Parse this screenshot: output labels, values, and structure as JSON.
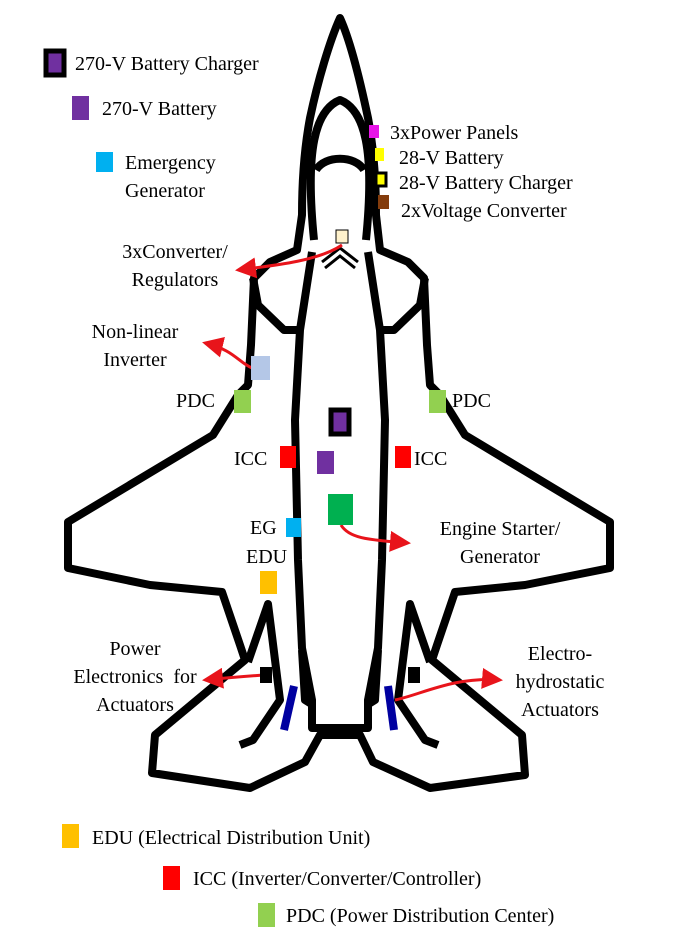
{
  "colors": {
    "outline": "#000000",
    "arrow": "#e8141b",
    "battery_charger_inner": "#7030a0",
    "battery": "#7030a0",
    "emergency_generator": "#00b0f0",
    "power_panels": "#e815e8",
    "battery_28v": "#ffff00",
    "voltage_converter": "#843c0c",
    "converter_regulator": "#fff2cc",
    "nonlinear_inverter": "#b4c7e7",
    "pdc": "#92d050",
    "icc": "#ff0000",
    "starter_generator": "#00b050",
    "edu": "#ffc000",
    "actuator": "#0000a0"
  },
  "legend_top": {
    "charger_270v": "270-V Battery Charger",
    "battery_270v": "270-V Battery",
    "emergency_generator_line1": "Emergency",
    "emergency_generator_line2": "Generator"
  },
  "legend_right": {
    "power_panels": "3xPower Panels",
    "battery_28v": "28-V Battery",
    "charger_28v": "28-V Battery Charger",
    "voltage_converter": "2xVoltage Converter"
  },
  "callouts": {
    "converter_regulators_line1": "3xConverter/",
    "converter_regulators_line2": "Regulators",
    "nonlinear_inverter_line1": "Non-linear",
    "nonlinear_inverter_line2": "Inverter",
    "pdc_left": "PDC",
    "pdc_right": "PDC",
    "icc_left": "ICC",
    "icc_right": "ICC",
    "eg": "EG",
    "edu": "EDU",
    "starter_generator_line1": "Engine Starter/",
    "starter_generator_line2": "Generator",
    "power_electronics_line1": "Power",
    "power_electronics_line2": "Electronics  for",
    "power_electronics_line3": "Actuators",
    "eha_line1": "Electro-",
    "eha_line2": "hydrostatic",
    "eha_line3": "Actuators"
  },
  "legend_bottom": {
    "edu": "EDU (Electrical Distribution Unit)",
    "icc": "ICC (Inverter/Converter/Controller)",
    "pdc": "PDC (Power Distribution Center)"
  }
}
